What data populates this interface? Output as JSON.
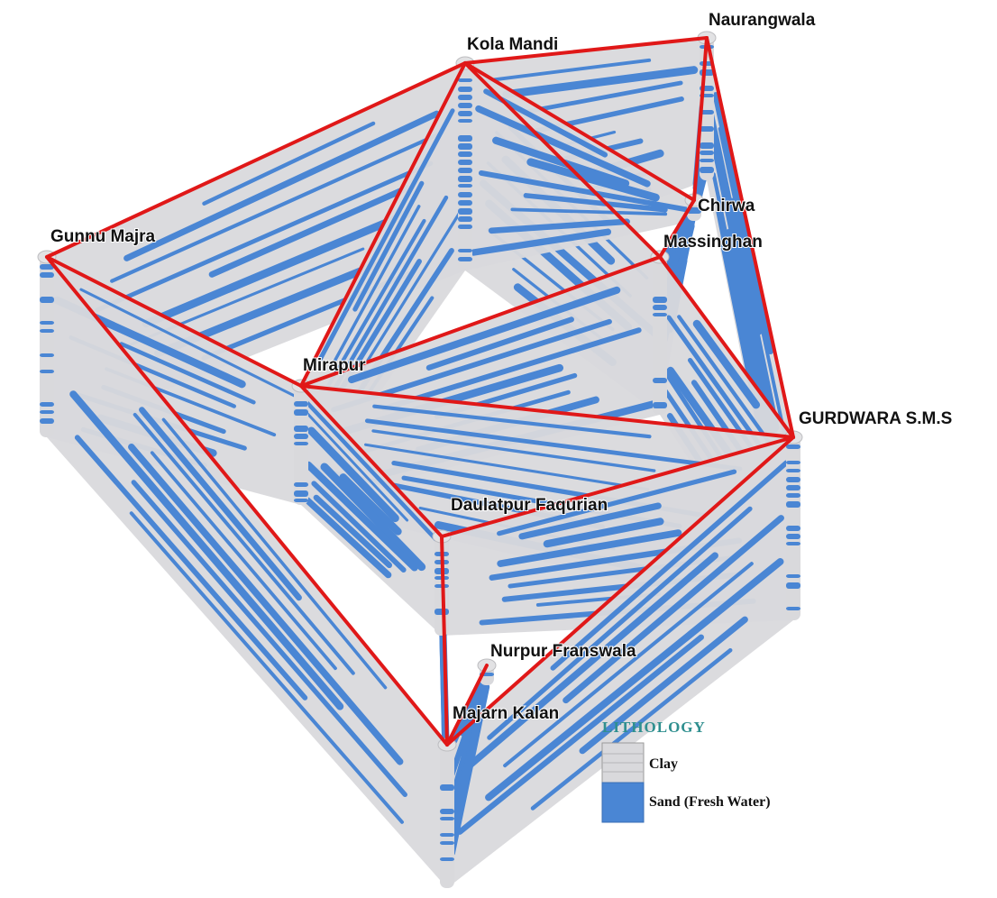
{
  "diagram": {
    "wells": [
      {
        "id": "naurangwala",
        "label": "Naurangwala"
      },
      {
        "id": "kola-mandi",
        "label": "Kola Mandi"
      },
      {
        "id": "chirwa",
        "label": "Chirwa"
      },
      {
        "id": "massinghan",
        "label": "Massinghan"
      },
      {
        "id": "gunnu-majra",
        "label": "Gunnu Majra"
      },
      {
        "id": "mirapur",
        "label": "Mirapur"
      },
      {
        "id": "gurdwara",
        "label": "GURDWARA S.M.S"
      },
      {
        "id": "daulatpur",
        "label": "Daulatpur Faqurian"
      },
      {
        "id": "nurpur",
        "label": "Nurpur Franswala"
      },
      {
        "id": "majarn",
        "label": "Majarn Kalan"
      }
    ],
    "links": [
      [
        "kola-mandi",
        "naurangwala"
      ],
      [
        "kola-mandi",
        "gunnu-majra"
      ],
      [
        "kola-mandi",
        "mirapur"
      ],
      [
        "kola-mandi",
        "massinghan"
      ],
      [
        "kola-mandi",
        "chirwa"
      ],
      [
        "naurangwala",
        "chirwa"
      ],
      [
        "naurangwala",
        "gurdwara"
      ],
      [
        "chirwa",
        "massinghan"
      ],
      [
        "massinghan",
        "mirapur"
      ],
      [
        "massinghan",
        "gurdwara"
      ],
      [
        "gunnu-majra",
        "mirapur"
      ],
      [
        "gunnu-majra",
        "majarn"
      ],
      [
        "mirapur",
        "gurdwara"
      ],
      [
        "mirapur",
        "daulatpur"
      ],
      [
        "daulatpur",
        "gurdwara"
      ],
      [
        "gurdwara",
        "majarn"
      ],
      [
        "daulatpur",
        "majarn"
      ],
      [
        "nurpur",
        "majarn"
      ]
    ]
  },
  "legend": {
    "title": "LITHOLOGY",
    "items": [
      {
        "label": "Clay",
        "color": "#d9d9dc"
      },
      {
        "label": "Sand (Fresh Water)",
        "color": "#4a86d4"
      }
    ]
  },
  "colors": {
    "section_line": "#e01818",
    "clay": "#d9d9dc",
    "sand": "#4a86d4",
    "legend_title": "#2f8f8f"
  }
}
